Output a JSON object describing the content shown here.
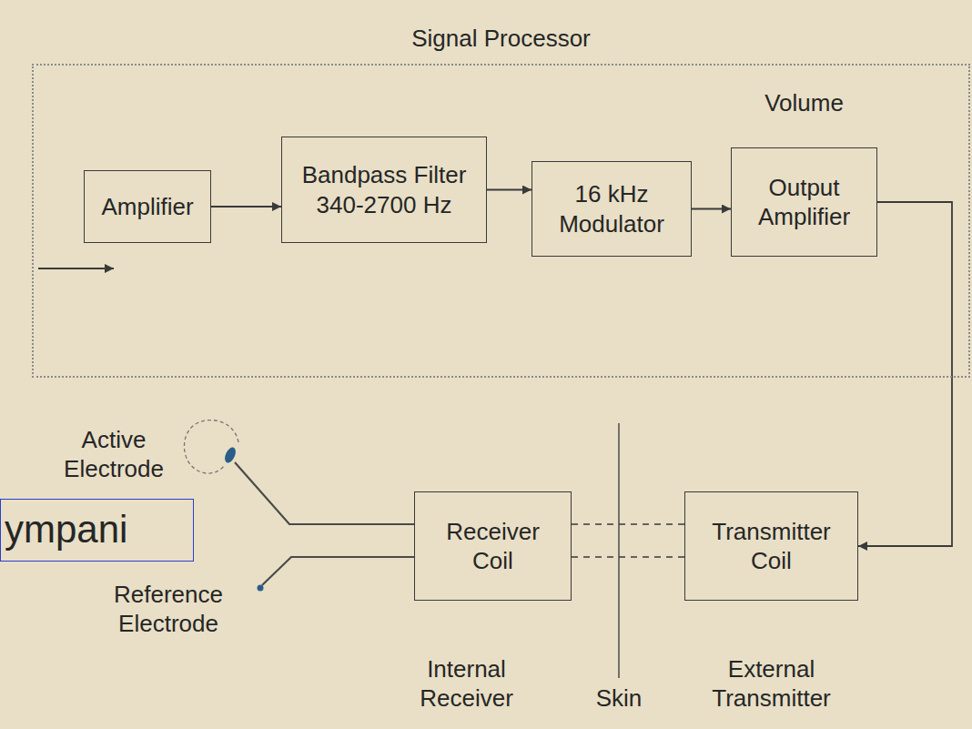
{
  "diagram": {
    "nodes": [
      {
        "text": [
          "Signal Processor"
        ]
      },
      {
        "text": [
          "Amplifier"
        ],
        "in": 0
      },
      {
        "text": [
          "Bandpass Filter 340-2700 Hz"
        ],
        "in": 0
      },
      {
        "text": [
          "16 kHz Modulator"
        ],
        "in": 0
      },
      {
        "text": [
          "Volume",
          "Output Amplifier"
        ],
        "in": 0
      },
      {
        "text": [
          "Transmitter Coil"
        ]
      },
      {
        "text": [
          "Receiver Coil"
        ]
      }
    ],
    "edges": [
      {
        "from": 1,
        "to": 2,
        "arrow": "to"
      },
      {
        "from": 2,
        "to": 3,
        "arrow": "to"
      },
      {
        "from": 3,
        "to": 4,
        "arrow": "to"
      },
      {
        "from": 4,
        "to": 5,
        "arrow": "to"
      },
      {
        "from": 5,
        "to": 6,
        "arrow": "none"
      },
      {
        "from": 5,
        "to": 6,
        "arrow": "none"
      }
    ],
    "labels": [
      "Active Electrode",
      "Reference Electrode",
      "ympani",
      "Internal Receiver",
      "Skin",
      "External Transmitter"
    ]
  }
}
